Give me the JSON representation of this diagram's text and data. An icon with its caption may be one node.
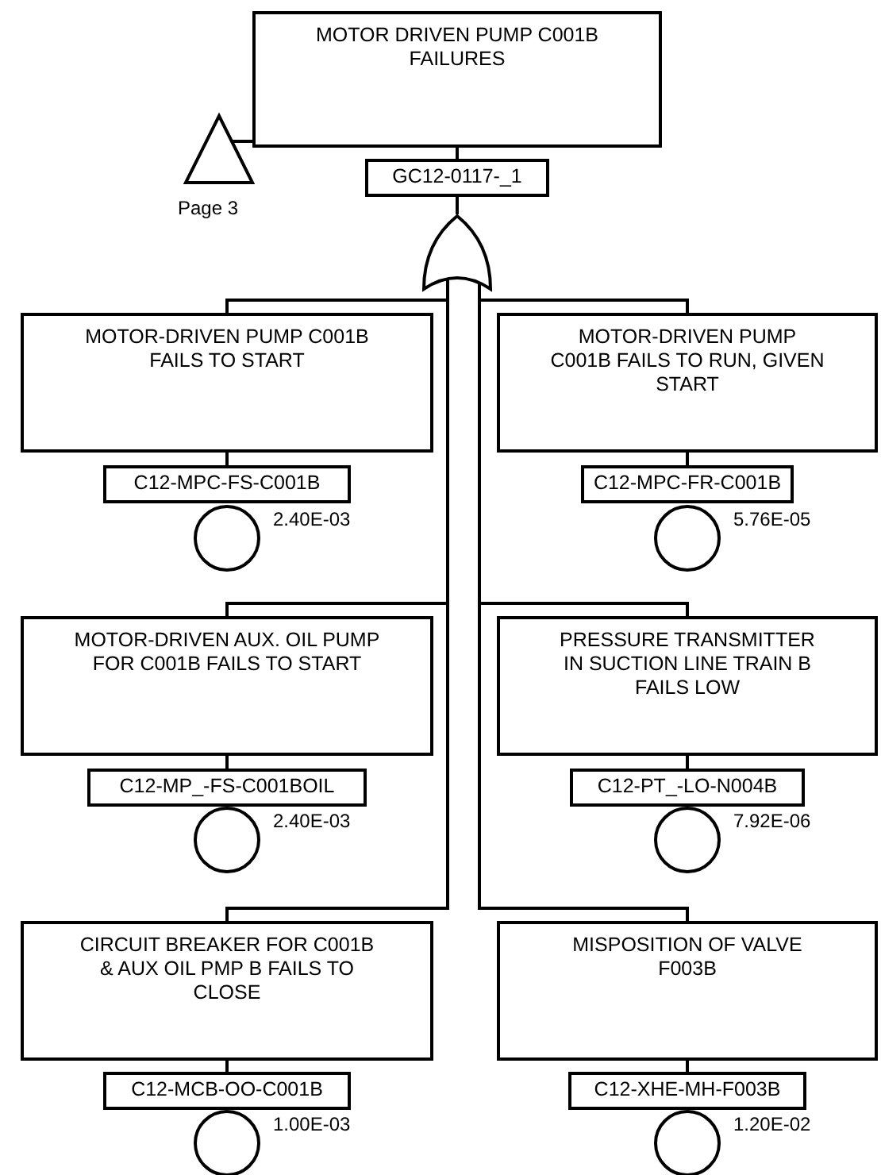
{
  "diagram": {
    "nodes": [
      {
        "text": [
          "MOTOR DRIVEN PUMP C001B FAILURES"
        ]
      },
      {
        "text": [],
        "shape": "triangle",
        "beside": [
          "Page 3"
        ]
      },
      {
        "text": [
          "GC12-0117-_1"
        ]
      },
      {
        "text": [],
        "shape": "gate"
      },
      {
        "text": [
          "MOTOR-DRIVEN PUMP C001B FAILS TO START"
        ]
      },
      {
        "text": [
          "C12-MPC-FS-C001B"
        ]
      },
      {
        "text": [],
        "shape": "circle",
        "beside": [
          "2.40E-03"
        ]
      },
      {
        "text": [
          "MOTOR-DRIVEN PUMP C001B FAILS TO RUN, GIVEN START"
        ]
      },
      {
        "text": [
          "C12-MPC-FR-C001B"
        ]
      },
      {
        "text": [],
        "shape": "circle",
        "beside": [
          "5.76E-05"
        ]
      },
      {
        "text": [
          "MOTOR-DRIVEN AUX. OIL PUMP FOR C001B FAILS TO START"
        ]
      },
      {
        "text": [
          "C12-MP_-FS-C001BOIL"
        ]
      },
      {
        "text": [],
        "shape": "circle",
        "beside": [
          "2.40E-03"
        ]
      },
      {
        "text": [
          "PRESSURE TRANSMITTER IN SUCTION LINE TRAIN B FAILS LOW"
        ]
      },
      {
        "text": [
          "C12-PT_-LO-N004B"
        ]
      },
      {
        "text": [],
        "shape": "circle",
        "beside": [
          "7.92E-06"
        ]
      },
      {
        "text": [
          "CIRCUIT BREAKER FOR C001B & AUX OIL PMP B FAILS TO CLOSE"
        ]
      },
      {
        "text": [
          "C12-MCB-OO-C001B"
        ]
      },
      {
        "text": [],
        "shape": "circle",
        "beside": [
          "1.00E-03"
        ]
      },
      {
        "text": [
          "MISPOSITION OF VALVE F003B"
        ]
      },
      {
        "text": [
          "C12-XHE-MH-F003B"
        ]
      },
      {
        "text": [],
        "shape": "circle",
        "beside": [
          "1.20E-02"
        ]
      }
    ],
    "edges": [
      {
        "from": 0,
        "to": 1,
        "arrow": "none"
      },
      {
        "from": 0,
        "to": 2,
        "arrow": "none"
      },
      {
        "from": 2,
        "to": 3,
        "arrow": "none"
      },
      {
        "from": 3,
        "to": 4,
        "arrow": "none"
      },
      {
        "from": 3,
        "to": 7,
        "arrow": "none"
      },
      {
        "from": 3,
        "to": 10,
        "arrow": "none"
      },
      {
        "from": 3,
        "to": 13,
        "arrow": "none"
      },
      {
        "from": 3,
        "to": 16,
        "arrow": "none"
      },
      {
        "from": 3,
        "to": 19,
        "arrow": "none"
      },
      {
        "from": 4,
        "to": 5,
        "arrow": "none"
      },
      {
        "from": 7,
        "to": 8,
        "arrow": "none"
      },
      {
        "from": 10,
        "to": 11,
        "arrow": "none"
      },
      {
        "from": 13,
        "to": 14,
        "arrow": "none"
      },
      {
        "from": 16,
        "to": 17,
        "arrow": "none"
      },
      {
        "from": 19,
        "to": 20,
        "arrow": "none"
      }
    ]
  }
}
